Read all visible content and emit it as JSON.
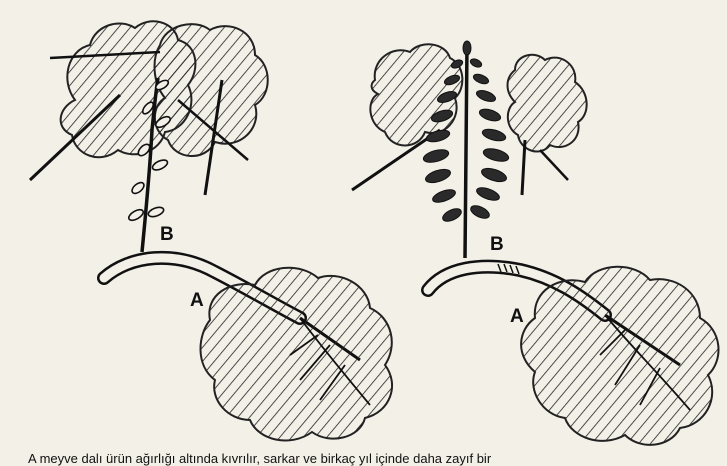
{
  "figure": {
    "left_panel": {
      "label_branch": "B",
      "label_base": "A"
    },
    "right_panel": {
      "label_branch": "B",
      "label_base": "A"
    },
    "caption": "A meyve dalı ürün ağırlığı altında kıvrılır, sarkar ve birkaç yıl içinde daha zayıf bir"
  },
  "colors": {
    "paper": "#f3f0e8",
    "ink": "#111111"
  }
}
